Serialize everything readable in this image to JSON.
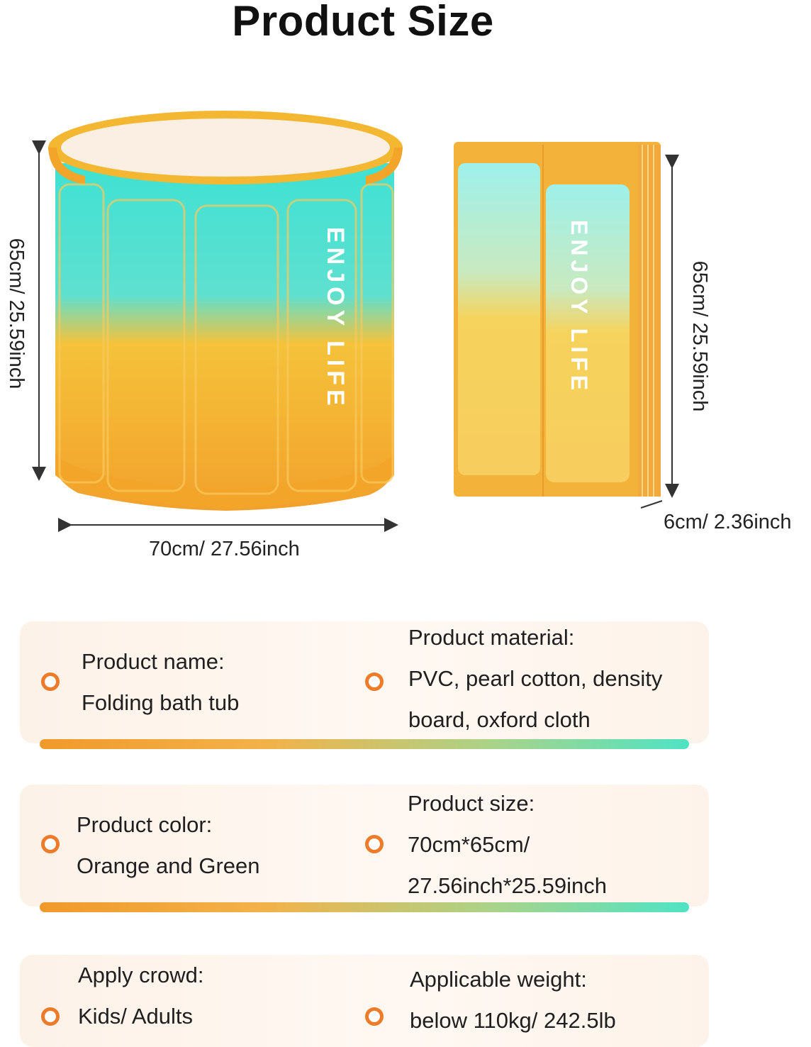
{
  "header": {
    "title": "Product Size"
  },
  "dimensions": {
    "open_height": "65cm/ 25.59inch",
    "open_width": "70cm/ 27.56inch",
    "folded_height": "65cm/ 25.59inch",
    "folded_depth": "6cm/ 2.36inch"
  },
  "product_print": "ENJOY LIFE",
  "specs": {
    "name_label": "Product name:",
    "name_value": "Folding bath tub",
    "material_label": "Product material:",
    "material_value_1": "PVC, pearl cotton, density",
    "material_value_2": "board, oxford cloth",
    "color_label": "Product color:",
    "color_value": "Orange and Green",
    "size_label": "Product size:",
    "size_value_1": "70cm*65cm/",
    "size_value_2": "27.56inch*25.59inch",
    "crowd_label": "Apply crowd:",
    "crowd_value": "Kids/ Adults",
    "weight_label": "Applicable weight:",
    "weight_value": "below 110kg/ 242.5lb"
  },
  "colors": {
    "orange": "#f2a531",
    "teal": "#48e0cf",
    "bullet": "#ee7b2a"
  }
}
